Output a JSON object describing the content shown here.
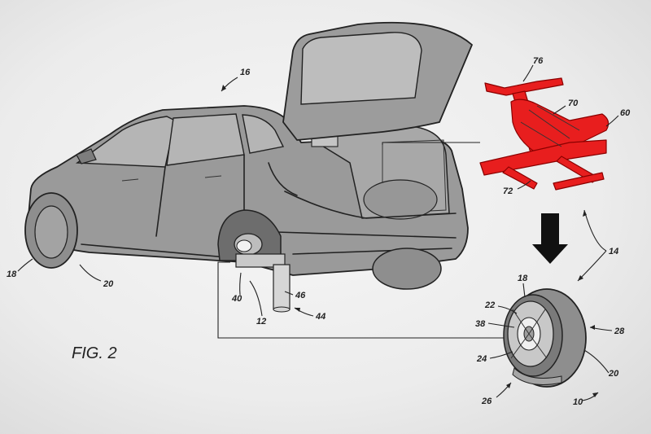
{
  "figure": {
    "caption": "FIG. 2",
    "refs": {
      "r16": "16",
      "r76": "76",
      "r70": "70",
      "r60": "60",
      "r72": "72",
      "r14": "14",
      "r18a": "18",
      "r20a": "20",
      "r40": "40",
      "r12": "12",
      "r46": "46",
      "r44": "44",
      "r18b": "18",
      "r22": "22",
      "r38": "38",
      "r24": "24",
      "r28": "28",
      "r20b": "20",
      "r26": "26",
      "r10": "10"
    }
  },
  "colors": {
    "line": "#222222",
    "body_fill": "#9a9a9a",
    "glass_fill": "#bdbdbd",
    "tire_fill": "#8e8e8e",
    "scooter_red": "#e81e1e",
    "background": "#ececec"
  }
}
